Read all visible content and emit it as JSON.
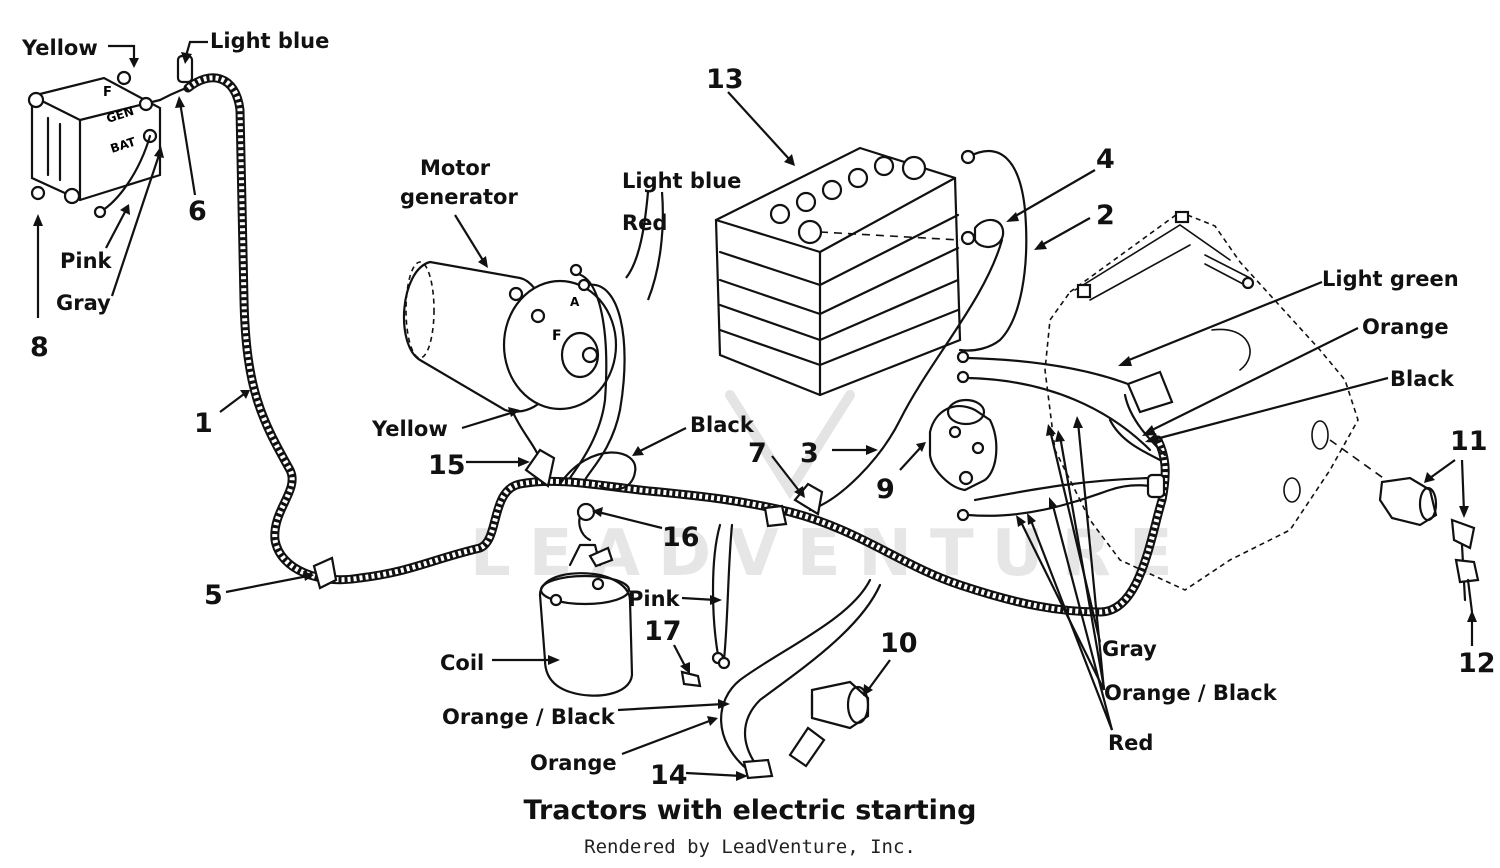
{
  "diagram": {
    "title": "Tractors with electric starting",
    "credit": "Rendered by LeadVenture, Inc.",
    "watermark": "LEADVENTURE",
    "regulator_terminals": {
      "f": "F",
      "gen": "GEN",
      "bat": "BAT"
    },
    "generator_terminals": {
      "a": "A",
      "f": "F"
    },
    "wire_labels": {
      "yellow_top": "Yellow",
      "light_blue_top": "Light blue",
      "pink_left": "Pink",
      "gray_left": "Gray",
      "motor_generator": "Motor\ngenerator",
      "light_blue_mid": "Light blue",
      "red_mid": "Red",
      "yellow_mid": "Yellow",
      "black_mid": "Black",
      "light_green": "Light green",
      "orange_right": "Orange",
      "black_right": "Black",
      "coil": "Coil",
      "pink_mid": "Pink",
      "orange_black_left": "Orange / Black",
      "orange_bottom": "Orange",
      "gray_bottom": "Gray",
      "orange_black_right": "Orange / Black",
      "red_bottom": "Red"
    },
    "callouts": [
      "1",
      "2",
      "3",
      "4",
      "5",
      "6",
      "7",
      "8",
      "9",
      "10",
      "11",
      "12",
      "13",
      "14",
      "15",
      "16",
      "17"
    ]
  }
}
